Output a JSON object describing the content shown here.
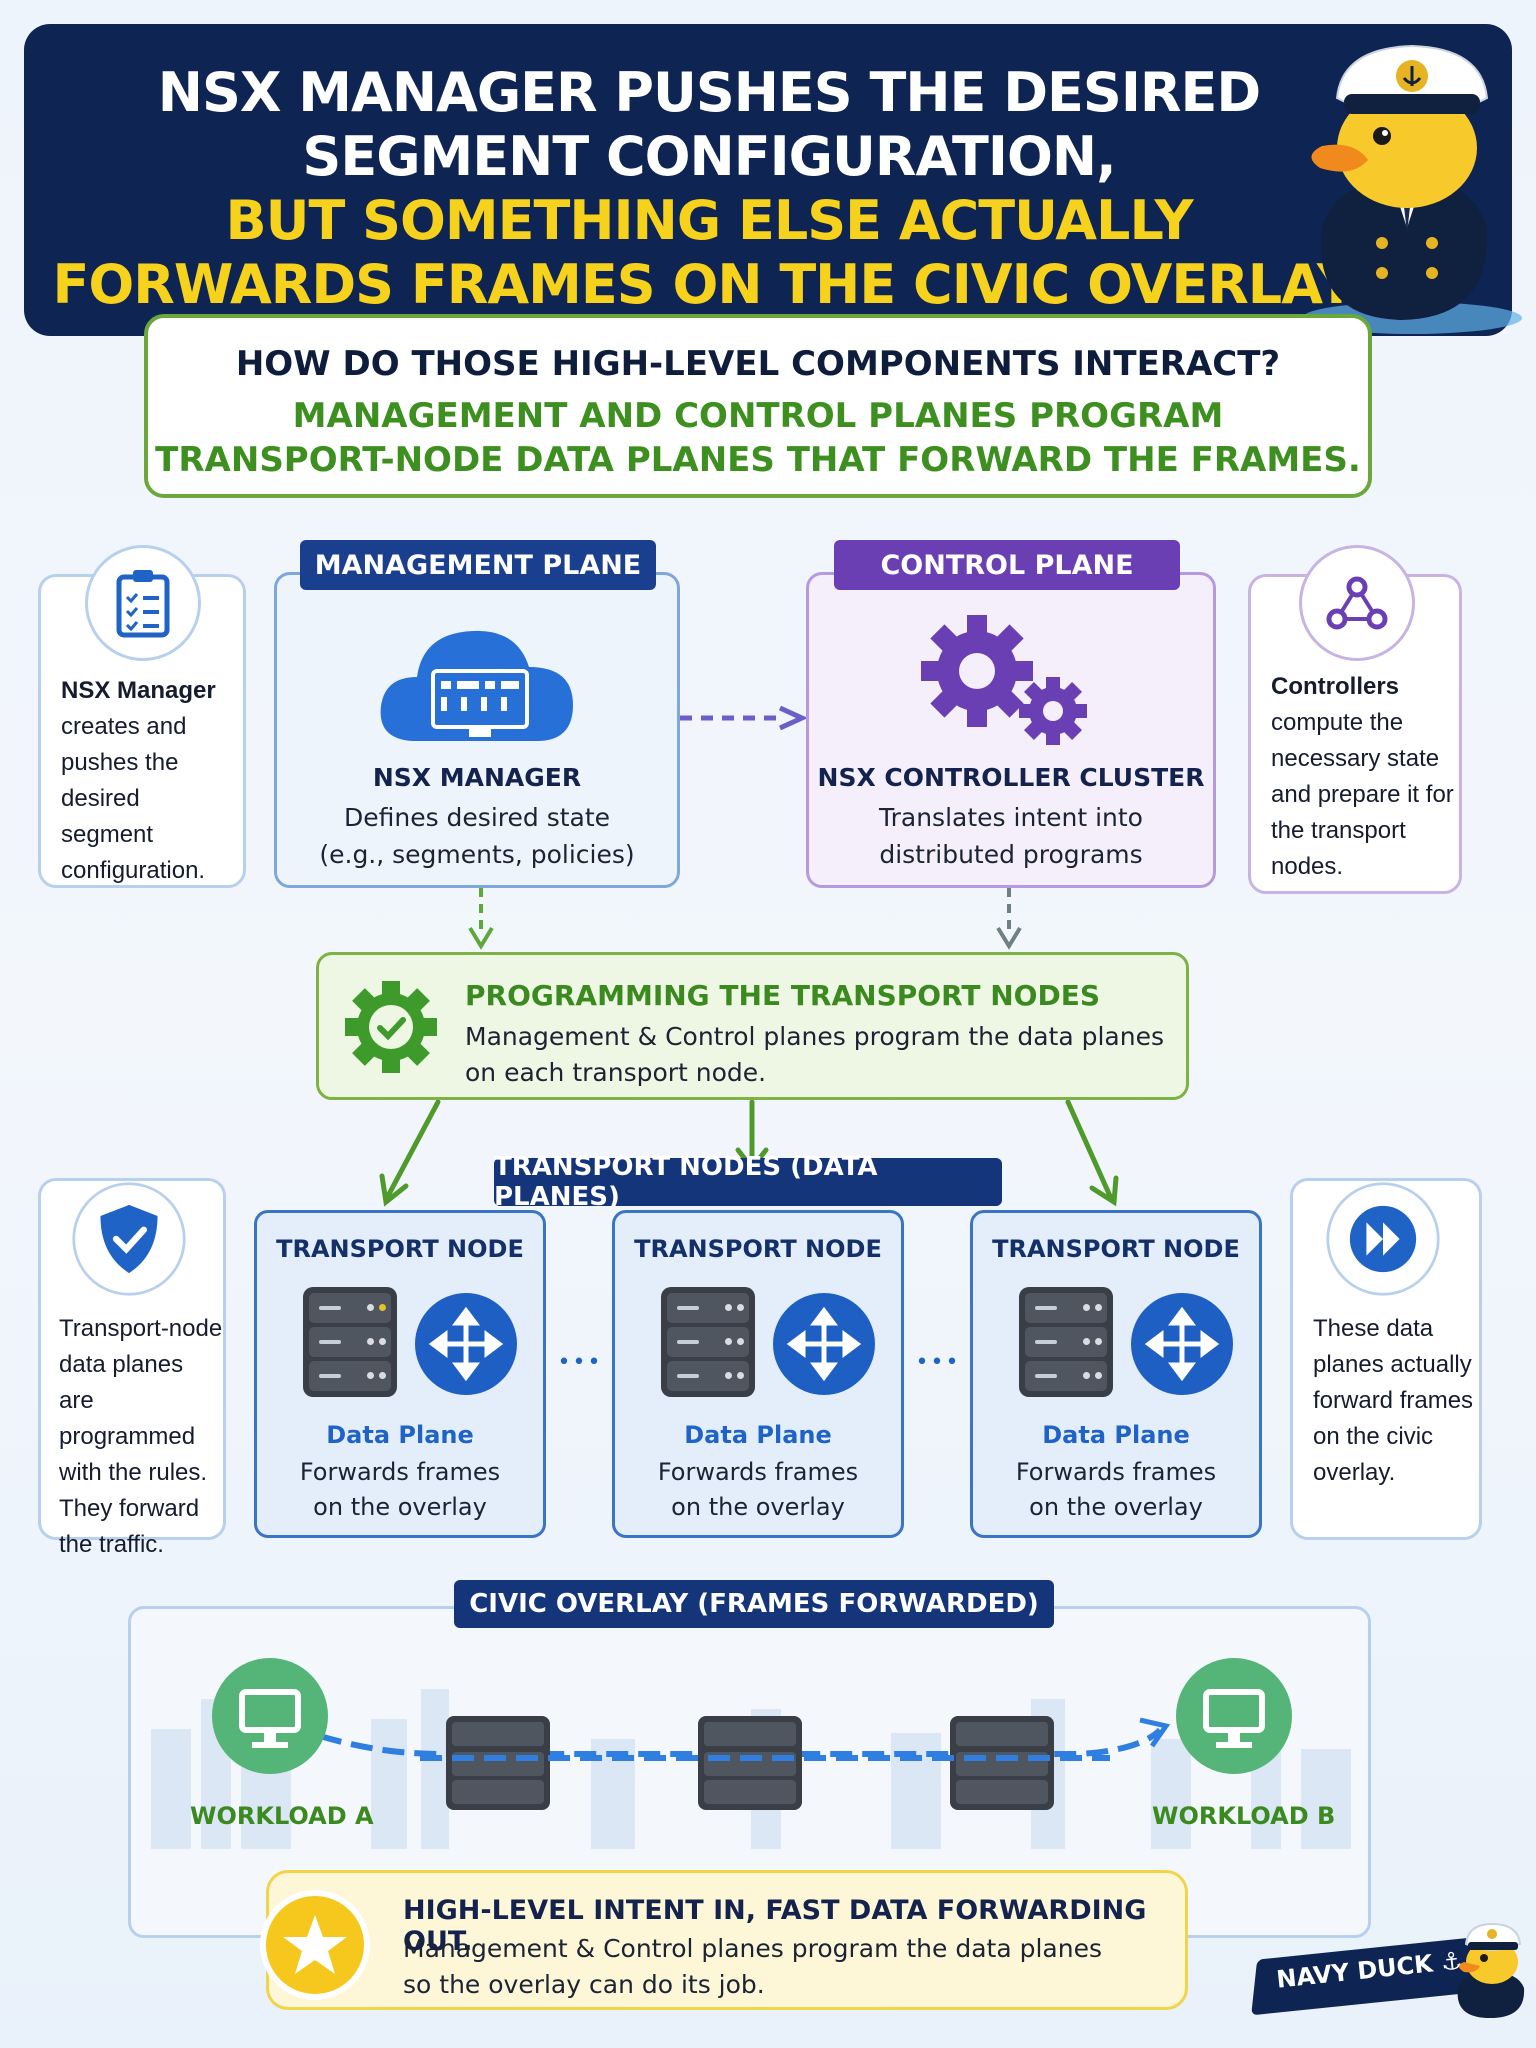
{
  "header": {
    "line1": "NSX MANAGER PUSHES THE DESIRED",
    "line2": "SEGMENT CONFIGURATION,",
    "line3": "BUT SOMETHING ELSE ACTUALLY",
    "line4": "FORWARDS FRAMES ON THE CIVIC OVERLAY.",
    "colors": {
      "background": "#0e2452",
      "white_text": "#ffffff",
      "yellow_text": "#f6d21c"
    }
  },
  "question": {
    "line1": "HOW DO THOSE HIGH-LEVEL COMPONENTS INTERACT?",
    "line2": "MANAGEMENT AND CONTROL PLANES PROGRAM",
    "line3": "TRANSPORT-NODE DATA PLANES THAT FORWARD THE FRAMES."
  },
  "notes": {
    "left_top": {
      "icon": "clipboard-checklist-icon",
      "text": [
        "NSX Manager",
        "creates and",
        "pushes the desired",
        "segment",
        "configuration."
      ]
    },
    "right_top": {
      "icon": "network-nodes-icon",
      "text": [
        "Controllers",
        "compute the",
        "necessary state",
        "and prepare it for",
        "the transport",
        "nodes."
      ]
    },
    "left_mid": {
      "icon": "shield-check-icon",
      "text": [
        "Transport-node",
        "data planes are",
        "programmed",
        "with the rules.",
        "They forward",
        "the traffic."
      ]
    },
    "right_mid": {
      "icon": "fast-forward-icon",
      "text": [
        "These data",
        "planes actually",
        "forward frames",
        "on the civic",
        "overlay."
      ]
    }
  },
  "management_plane": {
    "tab": "MANAGEMENT PLANE",
    "title": "NSX MANAGER",
    "desc1": "Defines desired state",
    "desc2": "(e.g., segments, policies)",
    "icon": "cloud-dashboard-icon",
    "color": "#1a3f8f"
  },
  "control_plane": {
    "tab": "CONTROL PLANE",
    "title": "NSX CONTROLLER CLUSTER",
    "desc1": "Translates intent into",
    "desc2": "distributed programs",
    "icon": "gears-icon",
    "color": "#6a3fb4"
  },
  "programming": {
    "title": "PROGRAMMING THE TRANSPORT NODES",
    "desc1": "Management & Control planes program the data planes",
    "desc2": "on each transport node.",
    "icon": "gear-check-icon"
  },
  "transport_nodes": {
    "header": "TRANSPORT NODES (DATA PLANES)",
    "nodes": [
      {
        "title": "TRANSPORT NODE",
        "label": "Data Plane",
        "desc1": "Forwards frames",
        "desc2": "on the overlay"
      },
      {
        "title": "TRANSPORT NODE",
        "label": "Data Plane",
        "desc1": "Forwards frames",
        "desc2": "on the overlay"
      },
      {
        "title": "TRANSPORT NODE",
        "label": "Data Plane",
        "desc1": "Forwards frames",
        "desc2": "on the overlay"
      }
    ],
    "ellipsis": "•••"
  },
  "overlay": {
    "header": "CIVIC OVERLAY (FRAMES FORWARDED)",
    "workload_a": "WORKLOAD A",
    "workload_b": "WORKLOAD B"
  },
  "callout": {
    "title": "HIGH-LEVEL INTENT IN, FAST DATA FORWARDING OUT.",
    "desc1": "Management & Control planes program the data planes",
    "desc2": "so the overlay can do its job.",
    "icon": "star-icon"
  },
  "brand": {
    "text": "NAVY DUCK ⚓"
  },
  "mascot": {
    "icon": "navy-duck-captain-icon"
  }
}
